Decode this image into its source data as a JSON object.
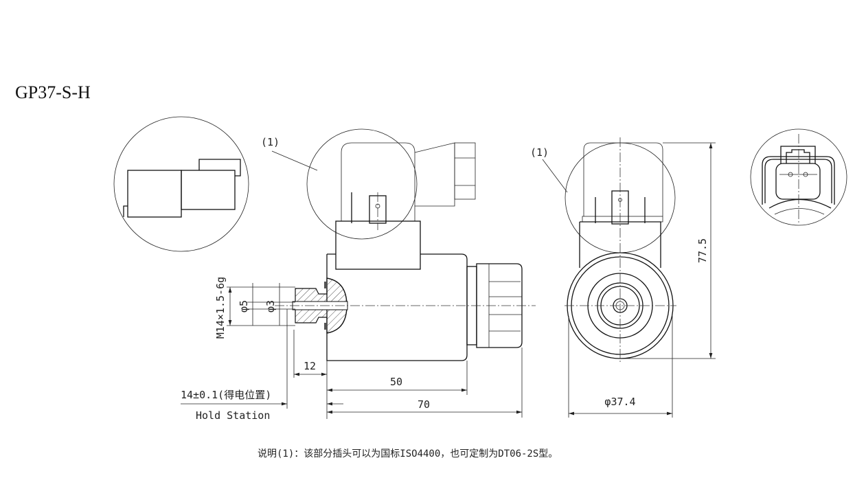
{
  "title": "GP37-S-H",
  "callouts": {
    "side_view": "(1)",
    "front_view": "(1)"
  },
  "dimensions": {
    "thread": "M14×1.5-6g",
    "dia_5": "φ5",
    "dia_3": "φ3",
    "len_12": "12",
    "len_50": "50",
    "len_70": "70",
    "stroke": "14±0.1(得电位置)",
    "stroke_en": "Hold Station",
    "height": "77.5",
    "diameter": "φ37.4"
  },
  "note": "说明(1)：该部分插头可以为国标ISO4400，也可定制为DT06-2S型。"
}
